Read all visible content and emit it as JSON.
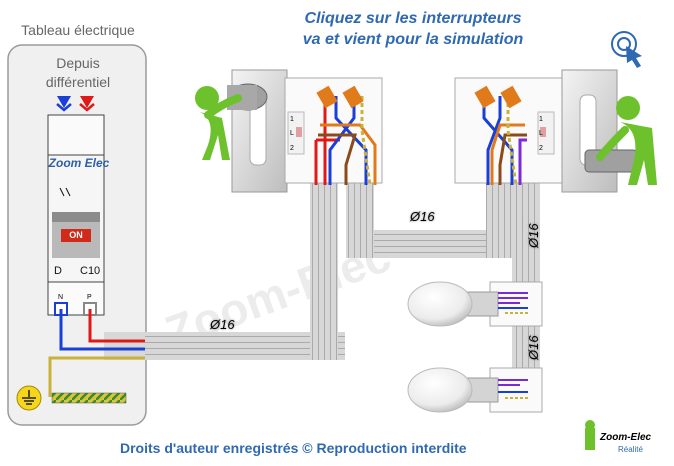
{
  "panel": {
    "title": "Tableau électrique",
    "depuis": "Depuis différentiel"
  },
  "breaker": {
    "brand": "Zoom Elec",
    "on_label": "ON",
    "left_label": "D",
    "right_label": "C10",
    "n_label": "N",
    "p_label": "P"
  },
  "instructions": "Cliquez sur les interrupteurs va et vient pour la simulation",
  "cable_labels": [
    "Ø16",
    "Ø16",
    "Ø16",
    "Ø16"
  ],
  "switch_terminals": [
    "1",
    "L",
    "2"
  ],
  "watermark": "Zoom-Elec",
  "footer": "Droits d'auteur enregistrés © Reproduction interdite",
  "logo": {
    "line1": "Zoom-Elec",
    "line2": "Réalité"
  },
  "icons": [
    "click-icon",
    "earth-ground-icon"
  ],
  "colors": {
    "neutral": "#1a3fd6",
    "phase": "#e01818",
    "earth": "#c9b13a",
    "traveler1": "#e07a1a",
    "traveler2": "#8a4a1a",
    "return": "#7a2ad6",
    "title": "#2f69b2"
  }
}
